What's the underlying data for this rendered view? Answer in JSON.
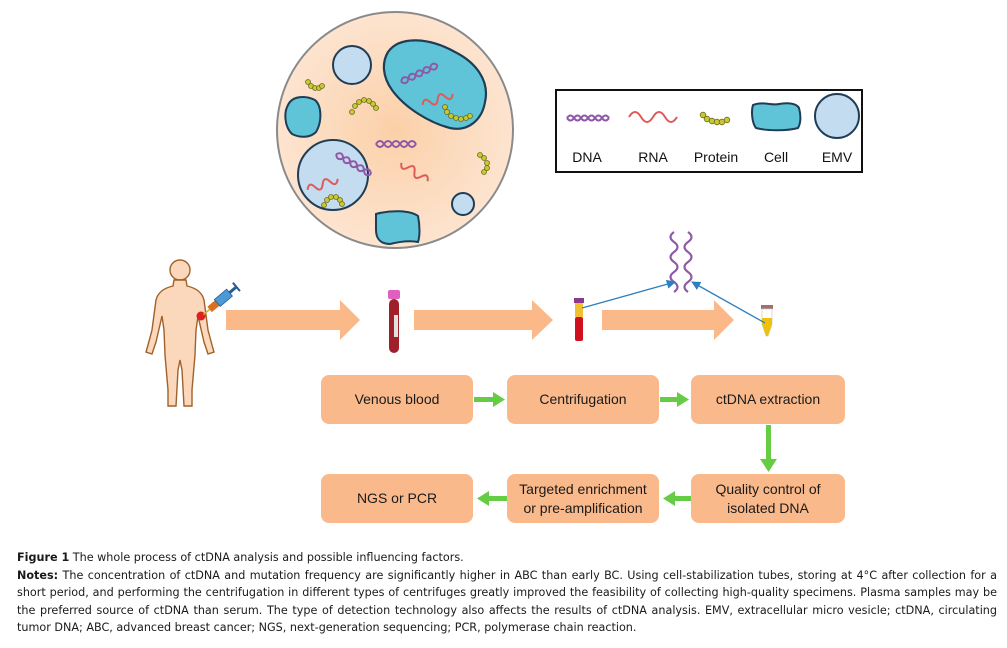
{
  "legend": {
    "items": [
      {
        "label": "DNA",
        "icon": "dna-helix-icon"
      },
      {
        "label": "RNA",
        "icon": "rna-wave-icon"
      },
      {
        "label": "Protein",
        "icon": "protein-chain-icon"
      },
      {
        "label": "Cell",
        "icon": "cell-shape-icon"
      },
      {
        "label": "EMV",
        "icon": "emv-circle-icon"
      }
    ]
  },
  "colors": {
    "box_fill": "#f9b98a",
    "big_arrow": "#fbb98a",
    "flow_arrow": "#66cc44",
    "link_arrow": "#2d7fbf",
    "dna": "#8e5aa8",
    "rna": "#e05a5a",
    "protein": "#c8c832",
    "cell": "#5fc4d8",
    "emv": "#c4dcf0",
    "plasma": "#fad7b8"
  },
  "flow": {
    "boxes": [
      {
        "id": "venous-blood",
        "label": "Venous blood"
      },
      {
        "id": "centrifugation",
        "label": "Centrifugation"
      },
      {
        "id": "ctdna-extraction",
        "label": "ctDNA extraction"
      },
      {
        "id": "quality-control",
        "label": "Quality control of isolated DNA"
      },
      {
        "id": "targeted-enrichment",
        "label": "Targeted enrichment or pre-amplification"
      },
      {
        "id": "ngs-or-pcr",
        "label": "NGS or PCR"
      }
    ]
  },
  "caption": {
    "figure_label": "Figure 1",
    "figure_title": "The whole process of ctDNA analysis and possible influencing factors.",
    "notes_label": "Notes:",
    "notes_text": "The concentration of ctDNA and mutation frequency are significantly higher in ABC than early BC. Using cell-stabilization tubes, storing at 4°C after collection for a short period, and performing the centrifugation in different types of centrifuges greatly improved the feasibility of collecting high-quality specimens. Plasma samples may be the preferred source of ctDNA than serum. The type of detection technology also affects the results of ctDNA analysis. EMV, extracellular micro vesicle; ctDNA, circulating tumor DNA; ABC, advanced breast cancer; NGS, next-generation sequencing; PCR, polymerase chain reaction."
  }
}
